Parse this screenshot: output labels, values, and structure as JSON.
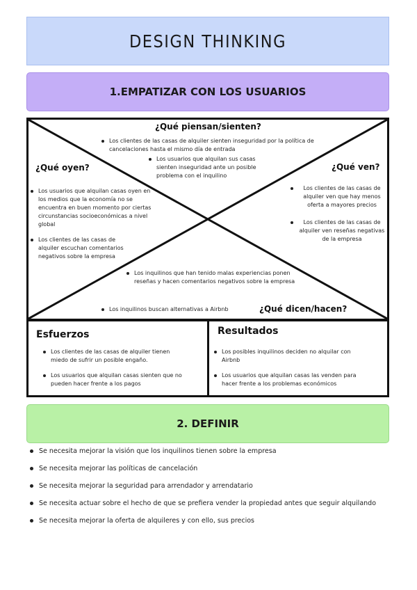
{
  "title": "DESIGN THINKING",
  "section1": {
    "title": "1.EMPATIZAR CON LOS USUARIOS"
  },
  "empathy_map": {
    "piensan": {
      "heading": "¿Qué piensan/sienten?",
      "items": [
        "Los clientes de las casas de alquiler sienten inseguridad por la política de cancelaciones hasta el mismo día de entrada",
        "Los usuarios que alquilan sus casas sienten inseguridad ante un posible problema con el inquilino"
      ]
    },
    "oyen": {
      "heading": "¿Qué oyen?",
      "items": [
        "Los usuarios que alquilan casas oyen en los medios que la economía no se encuentra en buen momento por ciertas circunstancias socioeconómicas a nivel global",
        "Los clientes de las casas de alquiler escuchan comentarios negativos sobre la empresa"
      ]
    },
    "ven": {
      "heading": "¿Qué ven?",
      "items": [
        "Los clientes de las casas de alquiler ven que hay menos oferta a mayores precios",
        "Los clientes de las casas de alquiler ven reseñas negativas de la empresa"
      ]
    },
    "dicen": {
      "heading": "¿Qué dicen/hacen?",
      "items": [
        "Los inquilinos que han tenido malas experiencias ponen reseñas y hacen comentarios negativos sobre la empresa",
        "Los inquilinos buscan alternativas a Airbnb"
      ]
    }
  },
  "esfuerzos": {
    "heading": "Esfuerzos",
    "items": [
      "Los clientes de las casas de alquiler tienen miedo de sufrir un posible engaño.",
      "Los usuarios que alquilan casas sienten que no pueden hacer frente a los pagos"
    ]
  },
  "resultados": {
    "heading": "Resultados",
    "items": [
      "Los posibles inquilinos deciden no alquilar con Airbnb",
      "Los usuarios que alquilan casas las venden para hacer frente a los problemas económicos"
    ]
  },
  "section2": {
    "title": "2. DEFINIR",
    "items": [
      "Se necesita mejorar la visión que los inquilinos tienen sobre la empresa",
      "Se necesita mejorar las políticas de cancelación",
      "Se necesita mejorar la seguridad para arrendador y arrendatario",
      "Se necesita actuar sobre el hecho de que se prefiera vender la propiedad antes que seguir alquilando",
      "Se necesita mejorar la oferta de alquileres y con ello, sus precios"
    ]
  }
}
